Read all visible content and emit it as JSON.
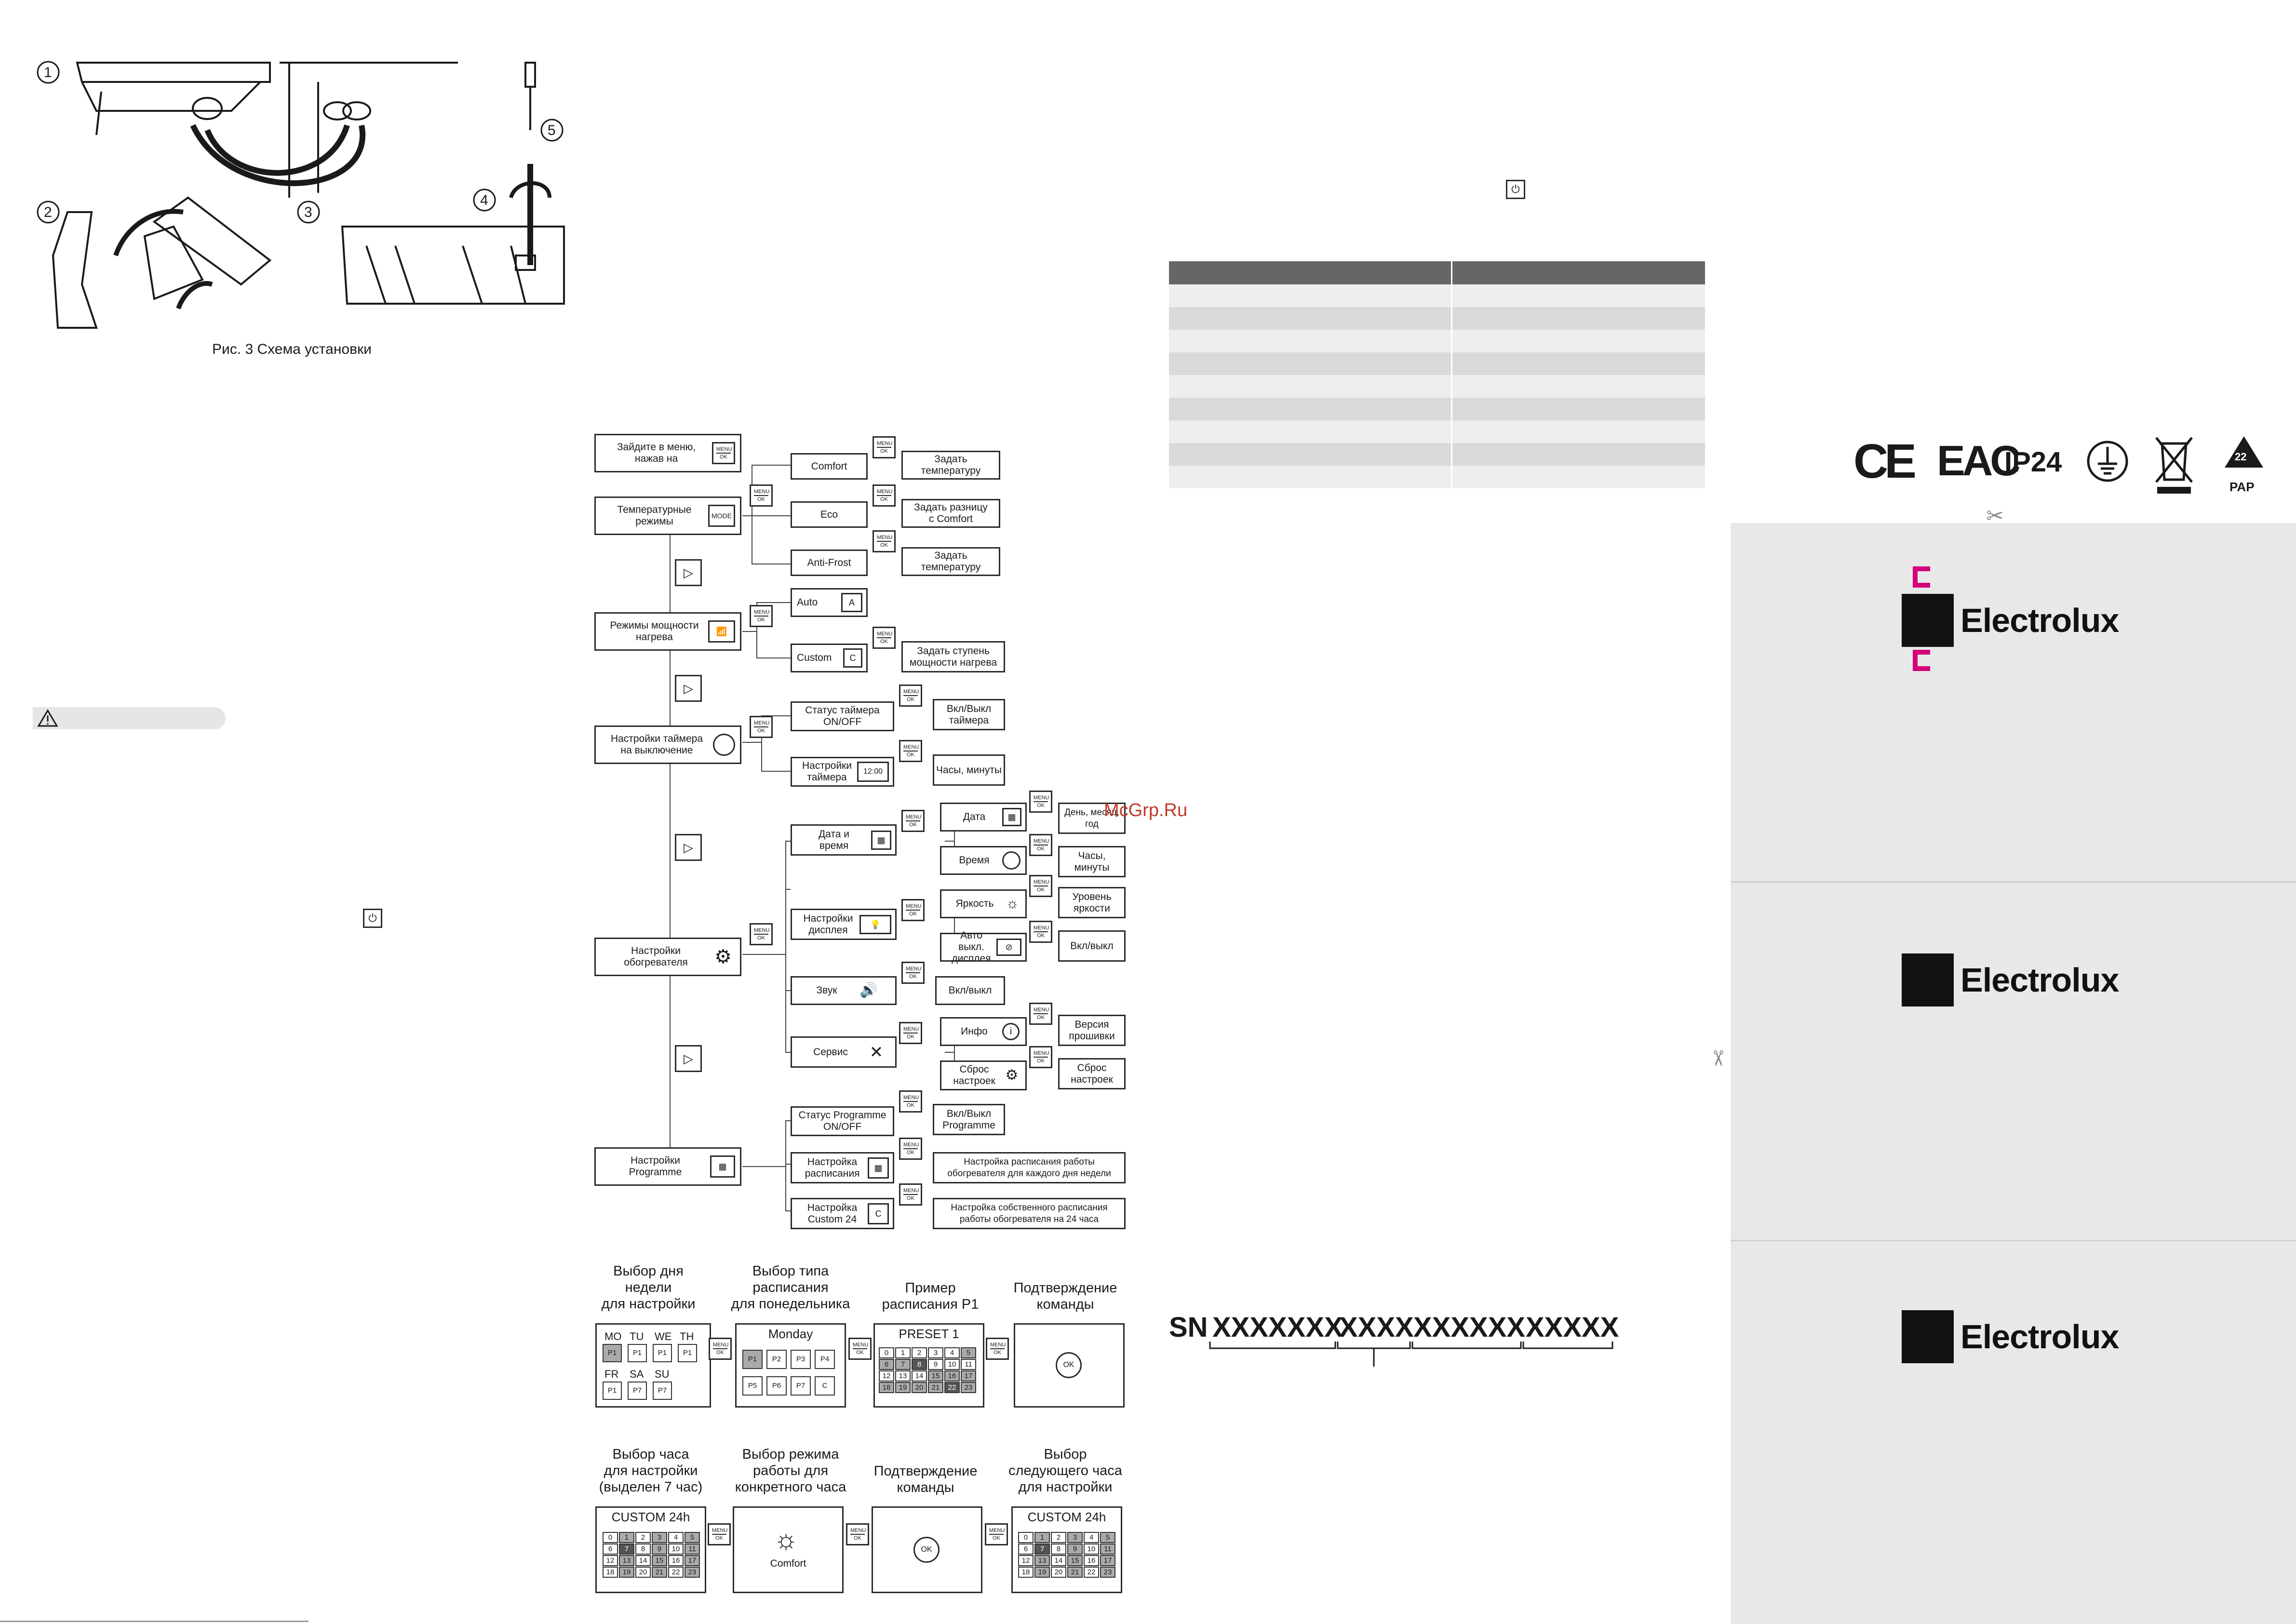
{
  "figure_caption": "Рис. 3 Схема установки",
  "install_steps": [
    "1",
    "2",
    "3",
    "4",
    "5"
  ],
  "watermark": "McGrp.Ru",
  "flow": {
    "start": "Зайдите в меню,\nнажав на",
    "temp_modes": "Температурные\nрежимы",
    "comfort": "Comfort",
    "eco": "Eco",
    "antifrost": "Anti-Frost",
    "set_temp1": "Задать\nтемпературу",
    "set_diff": "Задать разницу\nс Comfort",
    "set_temp2": "Задать\nтемпературу",
    "power_modes": "Режимы мощности\nнагрева",
    "auto": "Auto",
    "custom": "Custom",
    "set_power": "Задать ступень\nмощности нагрева",
    "timer": "Настройки таймера\nна выключение",
    "timer_status": "Статус таймера\nON/OFF",
    "timer_onoff": "Вкл/Выкл\nтаймера",
    "timer_settings": "Настройки\nтаймера",
    "timer_clock": "12:00",
    "hours_minutes": "Часы, минуты",
    "heater_settings": "Настройки\nобогревателя",
    "date_time": "Дата и\nвремя",
    "date": "Дата",
    "day_month_year": "День, месяц,\nгод",
    "time": "Время",
    "hours_minutes2": "Часы,\nминуты",
    "display_settings": "Настройки\nдисплея",
    "brightness": "Яркость",
    "brightness_level": "Уровень\nяркости",
    "auto_off": "Авто выкл.\nдисплея",
    "onoff1": "Вкл/выкл",
    "sound": "Звук",
    "onoff2": "Вкл/выкл",
    "service": "Сервис",
    "info": "Инфо",
    "firmware": "Версия\nпрошивки",
    "reset": "Сброс\nнастроек",
    "reset2": "Сброс\nнастроек",
    "programme": "Настройки\nProgramme",
    "prog_status": "Статус Programme\nON/OFF",
    "prog_onoff": "Вкл/Выкл\nProgramme",
    "schedule": "Настройка\nрасписания",
    "schedule_desc": "Настройка расписания работы\nобогревателя для каждого дня недели",
    "custom24": "Настройка\nCustom 24",
    "custom24_desc": "Настройка собственного расписания\nработы обогревателя на 24 часа",
    "mode_key": "MODE",
    "menu_top": "MENU",
    "menu_bottom": "OK"
  },
  "row1": {
    "titles": [
      "Выбор дня\nнедели\nдля настройки",
      "Выбор типа\nрасписания\nдля понедельника",
      "Пример\nрасписания P1",
      "Подтверждение\nкоманды"
    ],
    "days": [
      "MO",
      "TU",
      "WE",
      "TH",
      "FR",
      "SA",
      "SU"
    ],
    "day_presets": [
      "P1",
      "P1",
      "P1",
      "P1",
      "P1",
      "P7",
      "P7"
    ],
    "monday": "Monday",
    "presets": [
      "P1",
      "P2",
      "P3",
      "P4",
      "P5",
      "P6",
      "P7",
      "C"
    ],
    "preset_title": "PRESET 1",
    "ok": "OK"
  },
  "row2": {
    "titles": [
      "Выбор часа\nдля настройки\n(выделен 7 час)",
      "Выбор режима\nработы для\nконкретного часа",
      "Подтверждение\nкоманды",
      "Выбор\nследующего часа\nдля настройки"
    ],
    "custom_title": "CUSTOM 24h",
    "comfort": "Comfort",
    "ok": "OK"
  },
  "hours": [
    "0",
    "1",
    "2",
    "3",
    "4",
    "5",
    "6",
    "7",
    "8",
    "9",
    "10",
    "11",
    "12",
    "13",
    "14",
    "15",
    "16",
    "17",
    "18",
    "19",
    "20",
    "21",
    "22",
    "23"
  ],
  "serial": {
    "prefix": "SN",
    "parts": [
      "XXXXXXX",
      "XXXX",
      "XXXXXX",
      "XXXXX"
    ]
  },
  "marks": {
    "ce": "CE",
    "eac": "EAC",
    "ip": "IP24",
    "pap_num": "22",
    "pap": "PAP"
  },
  "brand": "Electrolux",
  "colors": {
    "table_header": "#666666",
    "table_stripe": "#d9d9d9",
    "panel_gray": "#e8e8e8",
    "accent": "#d4007a"
  }
}
